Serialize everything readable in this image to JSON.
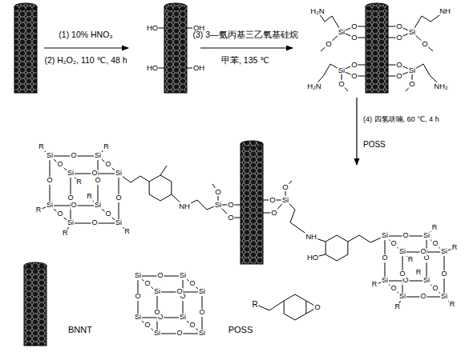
{
  "diagram": {
    "labels": [
      "(1) 10% HNO₃",
      "(2) H₂O₂, 110 ℃, 48 h",
      "HO",
      "HO",
      "OH",
      "OH",
      "(3) 3—氨丙基三乙氧基硅烷",
      "甲苯, 135 ℃",
      "H₂N",
      "O",
      "Si",
      "O",
      "O",
      "O",
      "O",
      "Si",
      "O",
      "NH",
      "O",
      "O",
      "Si",
      "O",
      "H₂N",
      "O",
      "O",
      "Si",
      "O",
      "NH₂",
      "(4) 四氢呋喃, 60 ℃, 4 h",
      "POSS",
      "Si",
      "Si",
      "Si",
      "Si",
      "Si",
      "Si",
      "Si",
      "Si",
      "O",
      "O",
      "O",
      "O",
      "O",
      "O",
      "O",
      "O",
      "O",
      "O",
      "O",
      "O",
      "R",
      "R",
      "R",
      "R",
      "R",
      "R",
      "R",
      "NH",
      "O",
      "Si",
      "O",
      "O",
      "O",
      "O",
      "Si",
      "O",
      "NH",
      "HO",
      "Si",
      "Si",
      "Si",
      "Si",
      "Si",
      "Si",
      "Si",
      "Si",
      "O",
      "O",
      "O",
      "O",
      "O",
      "O",
      "O",
      "O",
      "O",
      "O",
      "O",
      "O",
      "R",
      "R",
      "R",
      "R",
      "R",
      "R",
      "R",
      "BNNT",
      "Si",
      "Si",
      "Si",
      "Si",
      "Si",
      "Si",
      "Si",
      "Si",
      "O",
      "O",
      "O",
      "O",
      "O",
      "O",
      "O",
      "O",
      "O",
      "O",
      "O",
      "O",
      "POSS",
      "R",
      "O"
    ]
  }
}
